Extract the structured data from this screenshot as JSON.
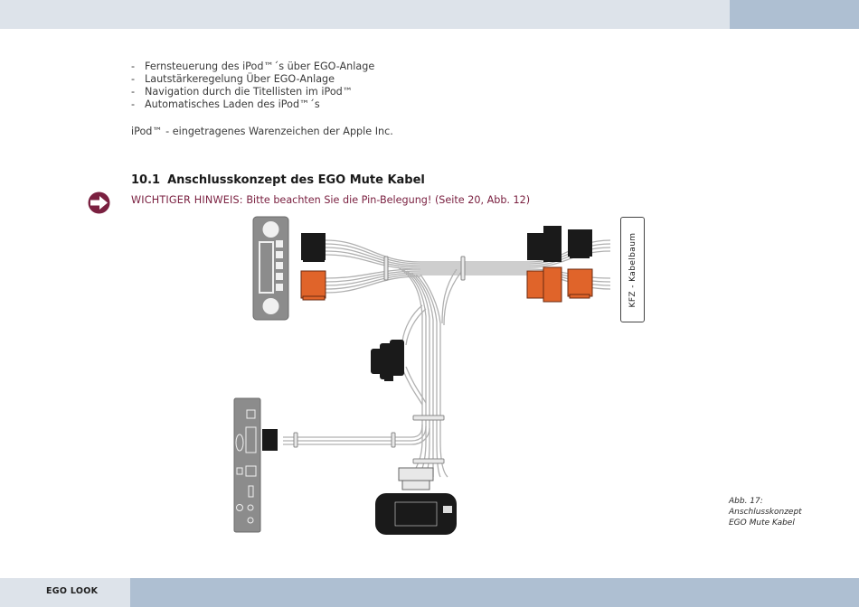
{
  "page": {
    "footer_label": "EGO LOOK"
  },
  "features": [
    "Fernsteuerung des iPod™´s über EGO-Anlage",
    "Lautstärkeregelung Über EGO-Anlage",
    "Navigation durch die Titellisten im iPod™",
    "Automatisches Laden des iPod™´s"
  ],
  "bullet_dash": "-",
  "trademark_note": "iPod™ - eingetragenes Warenzeichen der Apple Inc.",
  "section": {
    "number": "10.1",
    "title": "Anschlusskonzept des EGO Mute Kabel"
  },
  "notice": {
    "keyword": "WICHTIGER HINWEIS:",
    "text": " Bitte beachten Sie die Pin-Belegung! (Seite 20, Abb. 12)"
  },
  "diagram": {
    "side_label": "KFZ - Kabelbaum",
    "colors": {
      "connector_black": "#1a1a1a",
      "connector_orange": "#e0642a",
      "panel_gray": "#8c8c8c",
      "cable": "#b0b0b0"
    }
  },
  "figure_caption": {
    "number": "Abb. 17:",
    "line1": "Anschlusskonzept",
    "line2": "EGO Mute Kabel"
  },
  "colors": {
    "band_light": "#dde3ea",
    "band_accent": "#aebfd2",
    "notice": "#7a2040"
  },
  "icons": {
    "hint_arrow": "arrow-right-circle-icon"
  }
}
